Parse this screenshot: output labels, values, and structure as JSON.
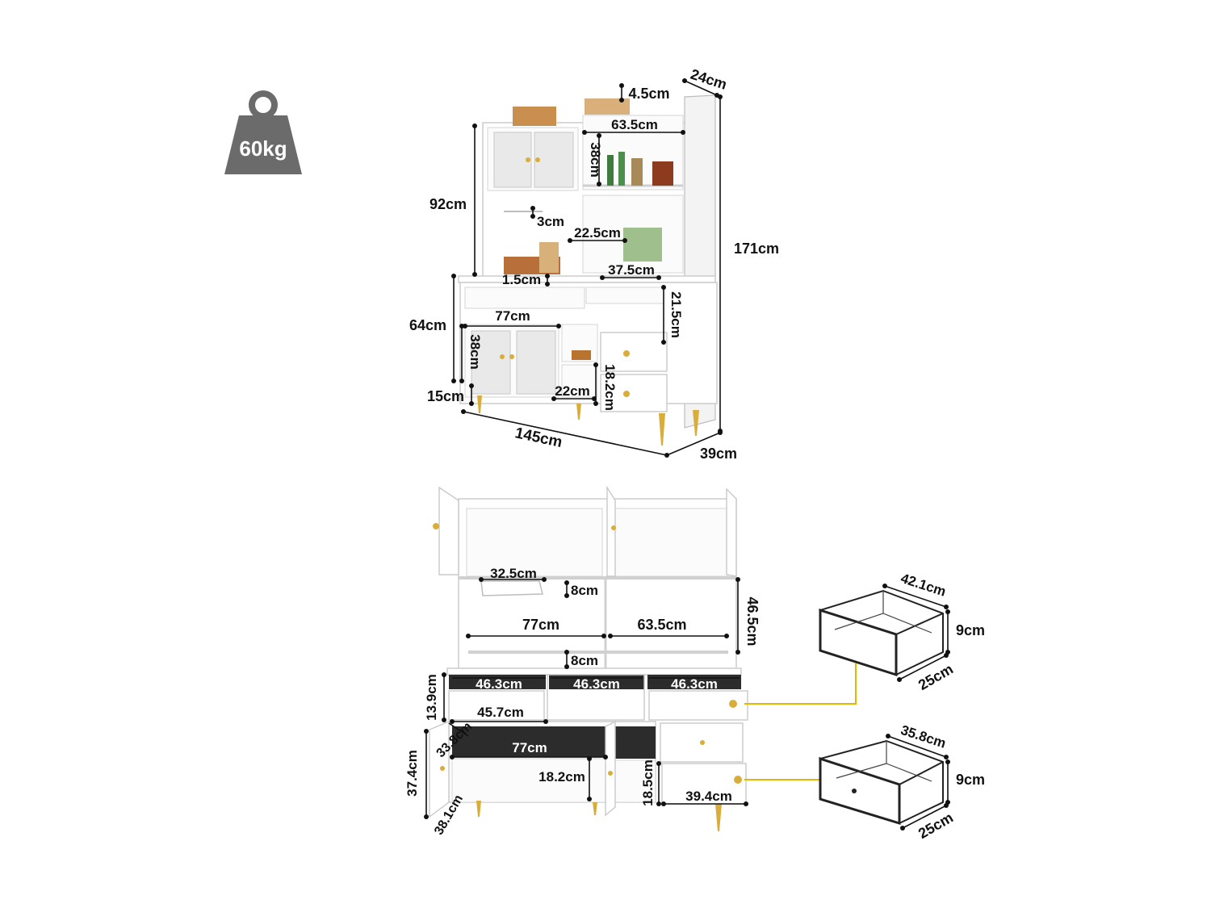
{
  "weight": {
    "label": "60kg",
    "icon": "weight-icon"
  },
  "top_view": {
    "labels": {
      "depth_top": "24cm",
      "top_rail": "4.5cm",
      "shelf_width_right": "63.5cm",
      "right_shelf_height": "38cm",
      "upper_height": "92cm",
      "glass_rack": "3cm",
      "coffee_space_width": "22.5cm",
      "total_height": "171cm",
      "counter_width": "37.5cm",
      "counter_lip": "1.5cm",
      "drawer_height_side": "21.5cm",
      "lower_height": "64cm",
      "lower_width_left": "77cm",
      "lower_cabinet_height": "38cm",
      "cubby_height": "18.2cm",
      "cubby_width": "22cm",
      "leg_height": "15cm",
      "total_width": "145cm",
      "depth_bottom": "39cm"
    }
  },
  "open_view": {
    "labels": {
      "glass_holder_width": "32.5cm",
      "glass_holder_gap": "8cm",
      "middle_height": "46.5cm",
      "shelf_left": "77cm",
      "shelf_right": "63.5cm",
      "shelf_gap": "8cm",
      "drawer_1": "46.3cm",
      "drawer_2": "46.3cm",
      "drawer_3": "46.3cm",
      "drawer_height": "13.9cm",
      "drawer_inner": "45.7cm",
      "cabinet_depth": "33.8cm",
      "cabinet_width": "77cm",
      "cabinet_height": "37.4cm",
      "cabinet_shelf": "18.2cm",
      "cabinet_leg_depth": "38.1cm",
      "small_drawer_height": "18.5cm",
      "small_drawer_width": "39.4cm"
    }
  },
  "drawer_large": {
    "width": "42.1cm",
    "height": "9cm",
    "depth": "25cm"
  },
  "drawer_small": {
    "width": "35.8cm",
    "height": "9cm",
    "depth": "25cm"
  },
  "colors": {
    "gold": "#d9ad3a",
    "callout": "#e2b800",
    "weight_icon": "#6b6b6b"
  }
}
